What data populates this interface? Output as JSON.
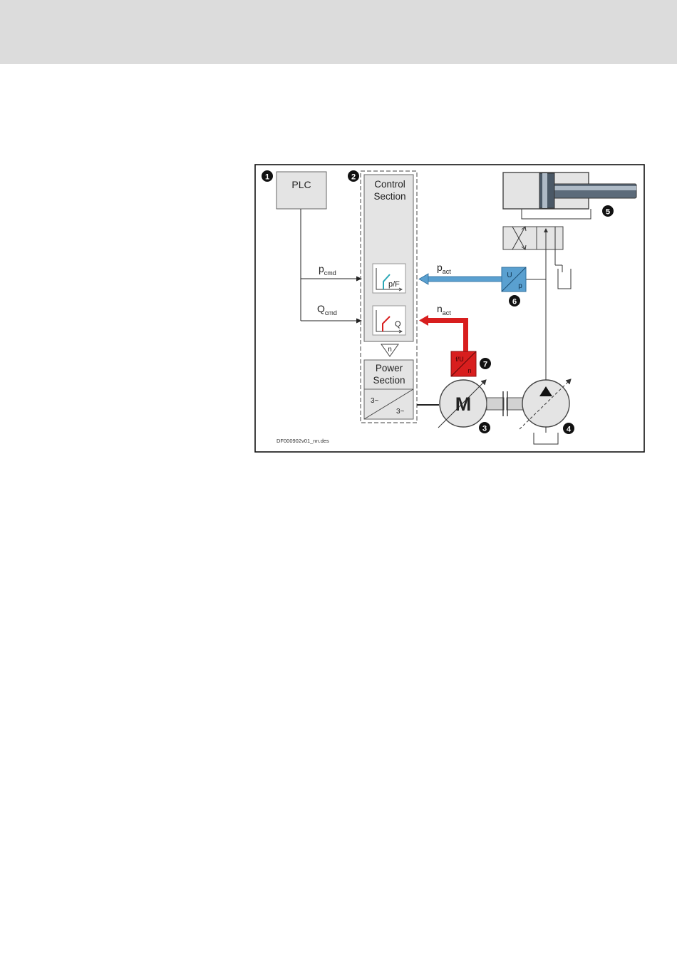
{
  "diagram": {
    "plc_label": "PLC",
    "control_section_label": [
      "Control",
      "Section"
    ],
    "power_section_label": [
      "Power",
      "Section"
    ],
    "pressure_controller_label": "p/F",
    "flow_controller_label": "Q",
    "speed_label": "n",
    "converter_in_label": "3~",
    "converter_out_label": "3~",
    "motor_label": "M",
    "p_cmd": {
      "main": "p",
      "sub": "cmd"
    },
    "q_cmd": {
      "main": "Q",
      "sub": "cmd"
    },
    "p_act": {
      "main": "p",
      "sub": "act"
    },
    "n_act": {
      "main": "n",
      "sub": "act"
    },
    "pressure_sensor": {
      "top": "U",
      "bottom": "p"
    },
    "speed_sensor": {
      "top": "f/U",
      "bottom": "n"
    },
    "markers": [
      "1",
      "2",
      "3",
      "4",
      "5",
      "6",
      "7"
    ],
    "caption": "DF000902v01_nn.des",
    "colors": {
      "pressure_signal": "#5aa0d0",
      "speed_signal": "#d81e1e",
      "block_fill": "#e4e4e4",
      "line": "#222222"
    }
  }
}
